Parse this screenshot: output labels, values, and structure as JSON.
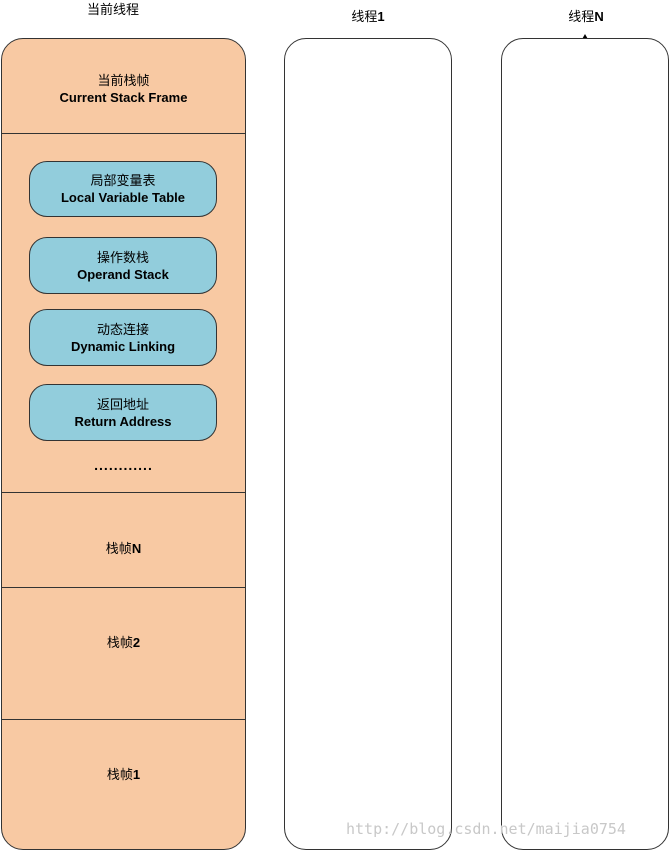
{
  "labels": {
    "current_thread": "当前线程",
    "thread1_prefix": "线程",
    "thread1_suffix": "1",
    "threadN_prefix": "线程",
    "threadN_suffix": "N"
  },
  "current_frame": {
    "zh": "当前栈帧",
    "en": "Current Stack Frame"
  },
  "frame_parts": [
    {
      "zh": "局部变量表",
      "en": "Local Variable Table"
    },
    {
      "zh": "操作数栈",
      "en": "Operand Stack"
    },
    {
      "zh": "动态连接",
      "en": "Dynamic Linking"
    },
    {
      "zh": "返回地址",
      "en": "Return Address"
    }
  ],
  "ellipsis": "............",
  "frames": [
    {
      "prefix": "栈帧",
      "suffix": "N"
    },
    {
      "prefix": "栈帧",
      "suffix": "2"
    },
    {
      "prefix": "栈帧",
      "suffix": "1"
    }
  ],
  "watermark": "http://blog.csdn.net/maijia0754",
  "colors": {
    "stack_fill": "#f8c9a3",
    "pill_fill": "#92cddc",
    "border": "#333333"
  }
}
